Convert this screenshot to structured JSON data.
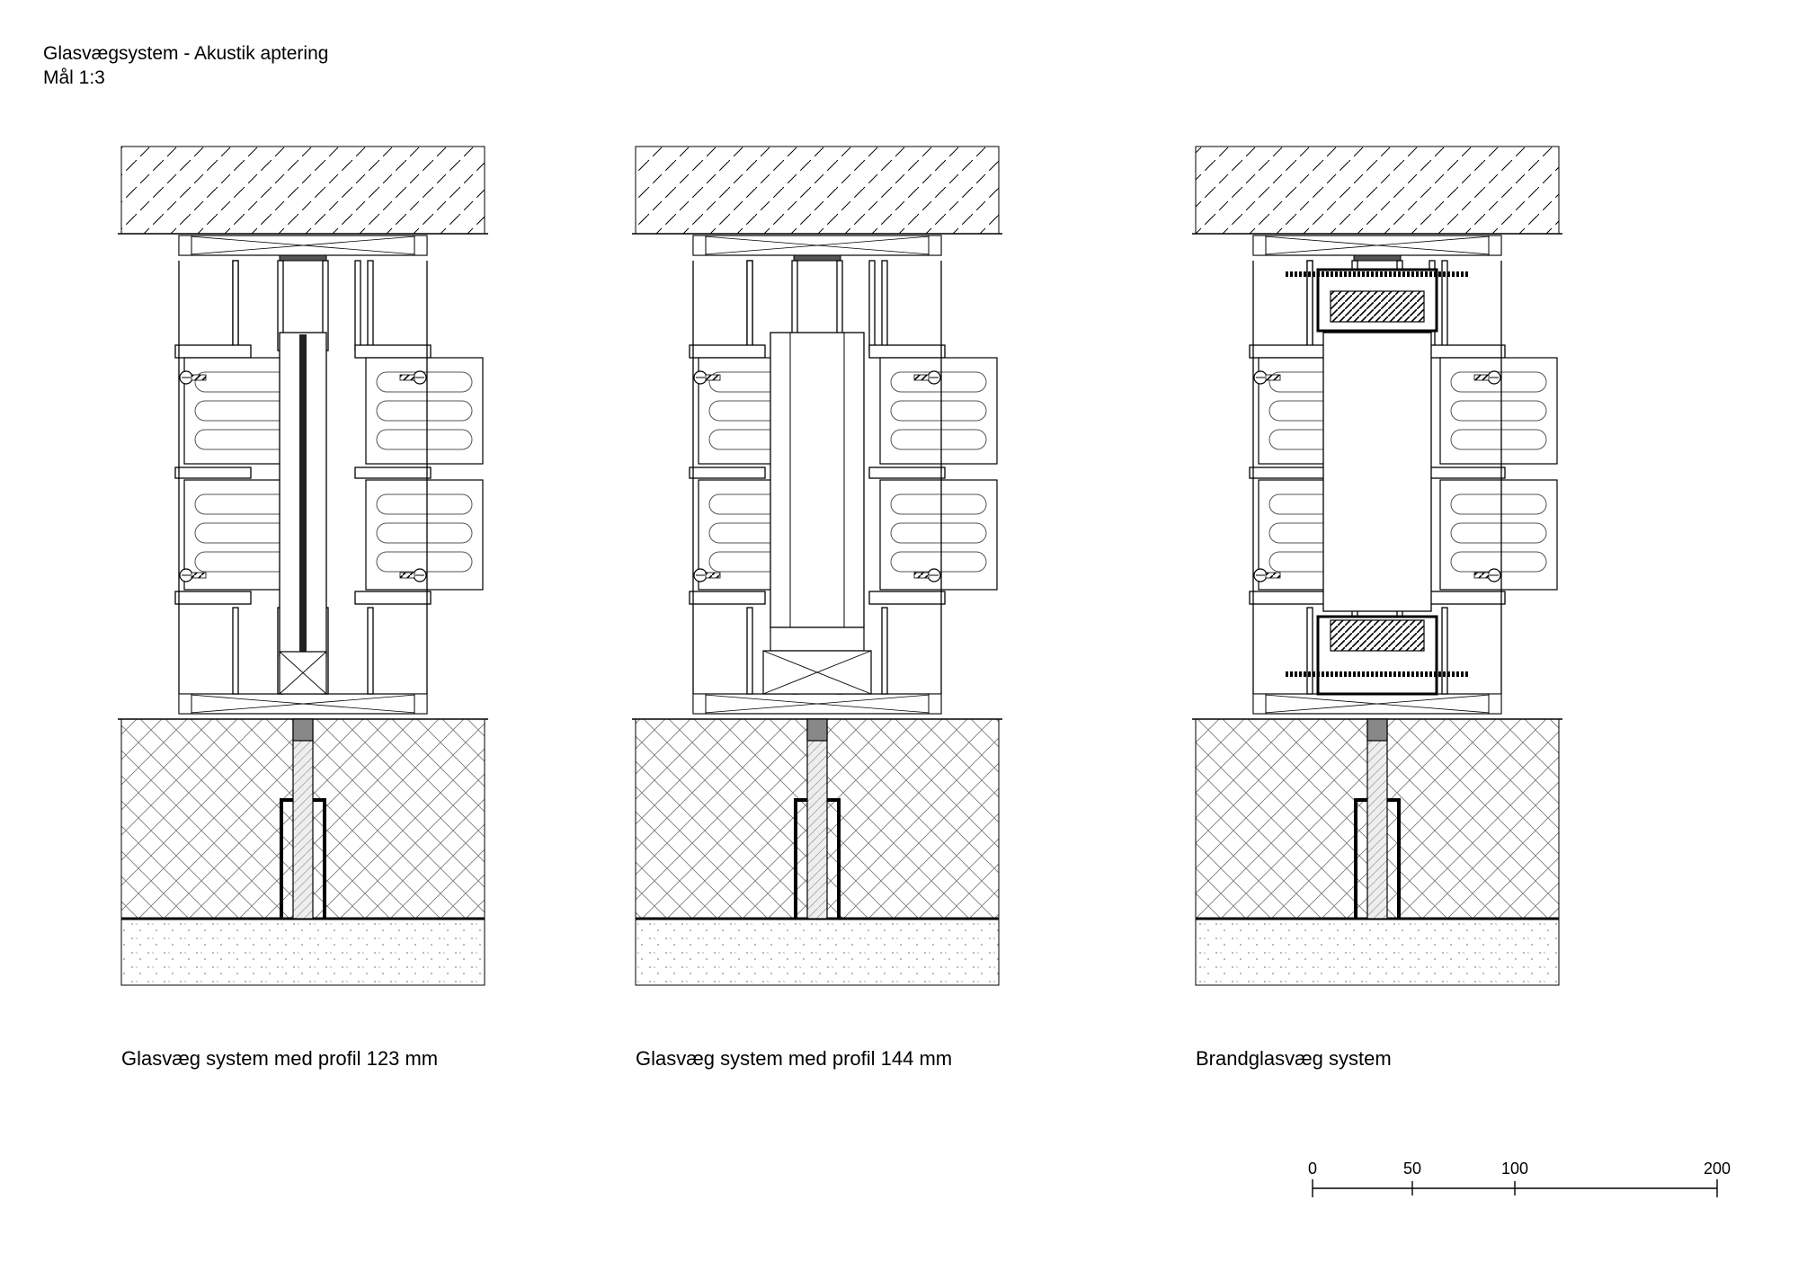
{
  "title": "Glasvægsystem - Akustik aptering",
  "scale": "Mål 1:3",
  "details": [
    {
      "caption": "Glasvæg system med profil 123 mm",
      "variant": "profile-123"
    },
    {
      "caption": "Glasvæg system med profil 144 mm",
      "variant": "profile-144"
    },
    {
      "caption": "Brandglasvæg system",
      "variant": "fire"
    }
  ],
  "scale_bar": {
    "ticks": [
      "0",
      "50",
      "100",
      "200"
    ]
  }
}
